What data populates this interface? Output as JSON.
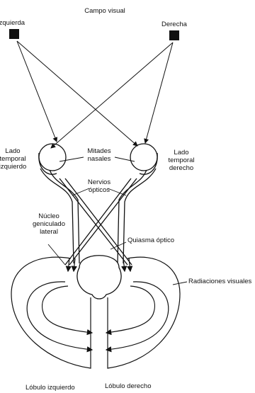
{
  "title": "Campo visual",
  "stimuli": {
    "left": "Izquierda",
    "right": "Derecha"
  },
  "labels": {
    "temporal_left": [
      "Lado",
      "temporal",
      "izquierdo"
    ],
    "temporal_right": [
      "Lado",
      "temporal",
      "derecho"
    ],
    "nasal_halves": [
      "Mitades",
      "nasales"
    ],
    "optic_nerves": [
      "Nervios",
      "ópticos"
    ],
    "lgn": [
      "Núcleo",
      "geniculado",
      "lateral"
    ],
    "chiasm": "Quiasma óptico",
    "radiations": "Radiaciones visuales",
    "lobe_left": "Lóbulo izquierdo",
    "lobe_right": "Lóbulo derecho"
  },
  "colors": {
    "ink": "#111111",
    "background": "#ffffff"
  }
}
